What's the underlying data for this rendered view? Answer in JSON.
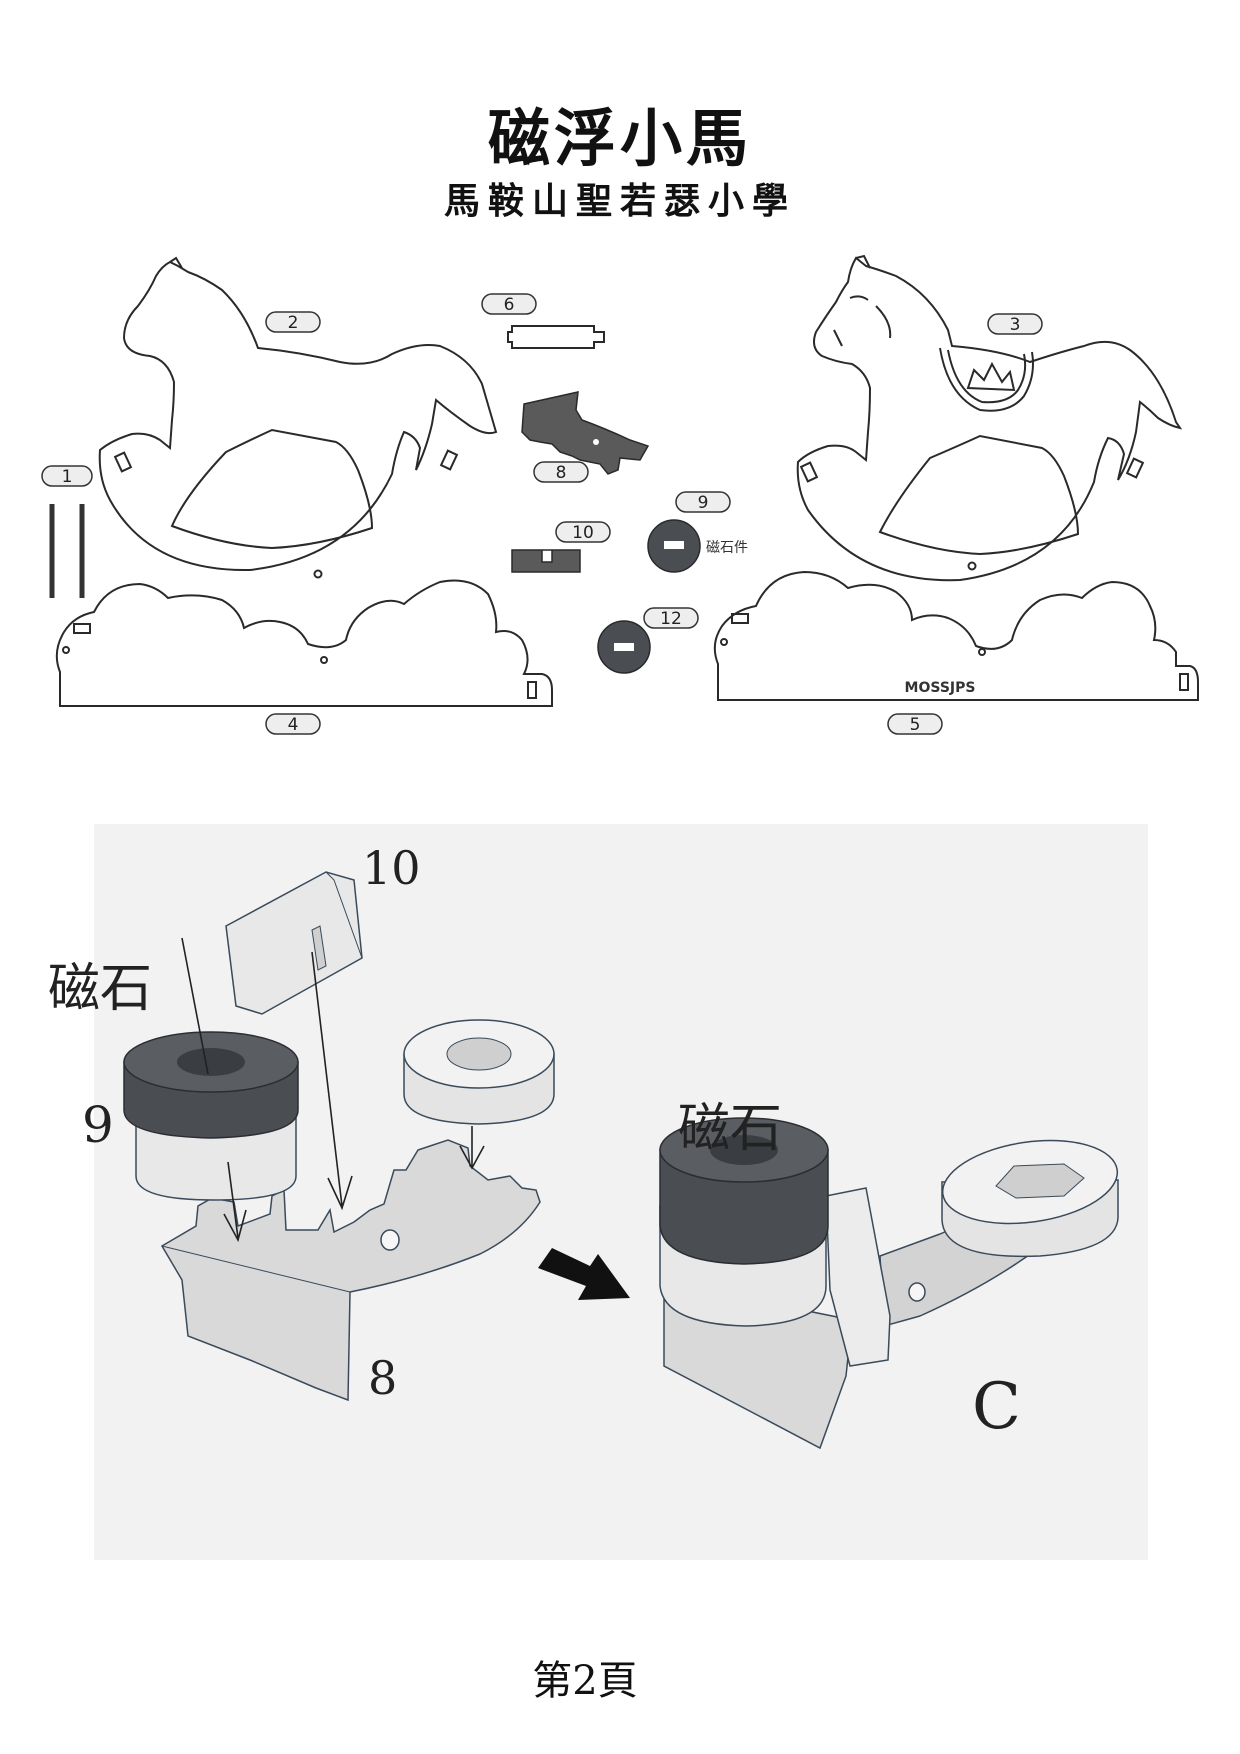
{
  "header": {
    "title": "磁浮小馬",
    "subtitle": "馬鞍山聖若瑟小學"
  },
  "cut_sheet": {
    "part_labels": {
      "p1": "1",
      "p2": "2",
      "p3": "3",
      "p4": "4",
      "p5": "5",
      "p6": "6",
      "p8": "8",
      "p9": "9",
      "p10": "10",
      "p12": "12"
    },
    "magnet_note": "磁石件",
    "base_engraving": "MOSSJPS"
  },
  "assembly": {
    "label_10": "10",
    "label_magnet_left": "磁石",
    "label_9": "9",
    "label_magnet_right": "磁石",
    "label_8": "8",
    "label_c": "C"
  },
  "footer": {
    "page_number": "第2頁"
  },
  "colors": {
    "cut_dark": "#5a5a5a",
    "magnet_dark": "#4a4d52",
    "part_light": "#dcdcdc",
    "panel_bg": "#f2f2f2"
  }
}
